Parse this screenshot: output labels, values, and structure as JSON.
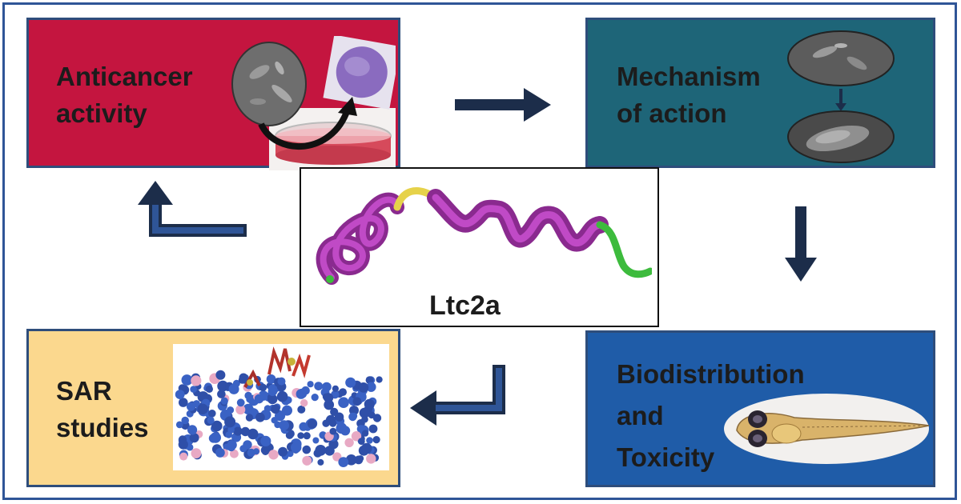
{
  "diagram": {
    "center_label": "Ltc2a",
    "boxes": {
      "anticancer": {
        "label": "Anticancer\n activity",
        "color": "#c4153f"
      },
      "mechanism": {
        "label": "Mechanism\nof action",
        "color": "#1e6578"
      },
      "sar": {
        "label": "SAR\nstudies",
        "color": "#fbd88e"
      },
      "biodistribution": {
        "label": "Biodistribution\nand\nToxicity",
        "color": "#1f5ca8"
      }
    },
    "arrow_color": "#1c2d4a",
    "frame_color": "#2f5597"
  },
  "icons": {
    "peptide": "helical-peptide-ribbon",
    "cells": "microscopy-cell-images",
    "petri": "petri-dish",
    "membrane": "lipid-membrane-model",
    "zebrafish": "zebrafish-larva"
  }
}
